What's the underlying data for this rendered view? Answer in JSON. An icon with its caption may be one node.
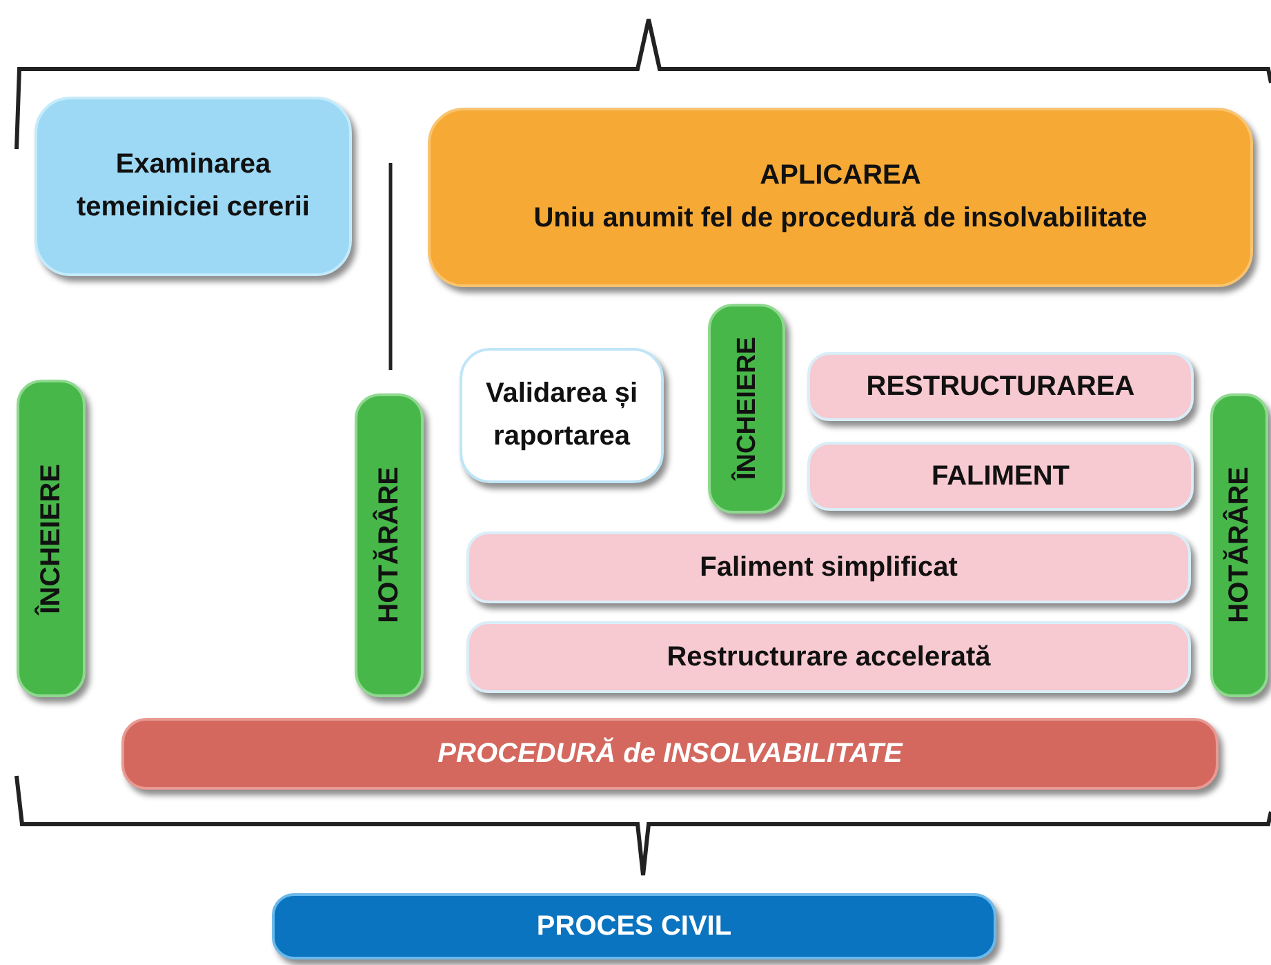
{
  "diagram": {
    "nodes": [
      {
        "text": [
          "Examinarea temeiniciei cererii"
        ]
      },
      {
        "text": [
          "APLICAREA",
          "Uniu anumit fel de procedură de insolvabilitate"
        ]
      },
      {
        "text": [
          "ÎNCHEIERE"
        ]
      },
      {
        "text": [
          "RESTRUCTURAREA"
        ]
      },
      {
        "text": [
          "Validarea și raportarea"
        ]
      },
      {
        "text": [
          "FALIMENT"
        ]
      },
      {
        "text": [
          "ÎNCHEIERE"
        ]
      },
      {
        "text": [
          "HOTĂRÂRE"
        ]
      },
      {
        "text": [
          "HOTĂRÂRE"
        ]
      },
      {
        "text": [
          "Faliment simplificat"
        ]
      },
      {
        "text": [
          "Restructurare accelerată"
        ]
      },
      {
        "text": [
          "PROCEDURĂ de INSOLVABILITATE"
        ]
      },
      {
        "text": [
          "PROCES CIVIL"
        ]
      }
    ]
  }
}
